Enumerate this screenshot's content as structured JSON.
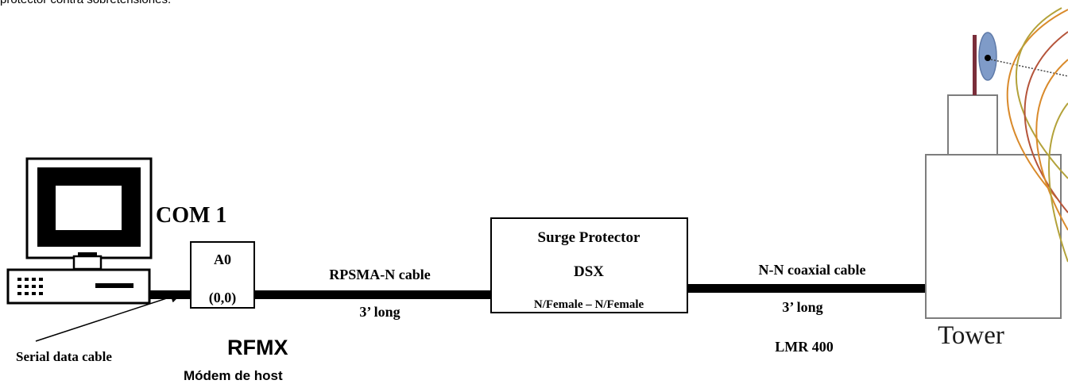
{
  "caption": "protector contra sobretensiones.",
  "labels": {
    "com_port": "COM 1",
    "modem_id": "A0",
    "modem_coords": "(0,0)",
    "modem_name": "RFMX",
    "modem_subtitle": "Módem de host",
    "serial_cable": "Serial data cable",
    "rpsma_cable": "RPSMA-N cable",
    "rpsma_length": "3’ long",
    "surge_title": "Surge Protector",
    "surge_model": "DSX",
    "surge_connector": "N/Female – N/Female",
    "coax_cable": "N-N coaxial cable",
    "coax_length": "3’ long",
    "coax_type": "LMR 400",
    "tower": "Tower"
  },
  "colors": {
    "antenna_dish": "#7f9bc8",
    "signal_orange": "#d98a2b",
    "signal_olive": "#b3a23a",
    "signal_red": "#b5543a",
    "mast": "#7a2e3a"
  }
}
